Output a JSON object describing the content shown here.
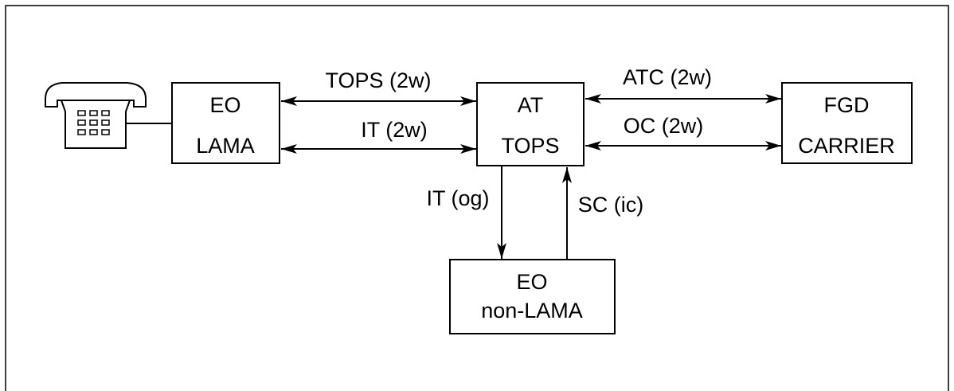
{
  "boxes": {
    "eo_lama": {
      "line1": "EO",
      "line2": "LAMA"
    },
    "at_tops": {
      "line1": "AT",
      "line2": "TOPS"
    },
    "fgd_carrier": {
      "line1": "FGD",
      "line2": "CARRIER"
    },
    "eo_non_lama": {
      "line1": "EO",
      "line2": "non-LAMA"
    }
  },
  "links": {
    "tops_2w": "TOPS (2w)",
    "it_2w": "IT (2w)",
    "atc_2w": "ATC (2w)",
    "oc_2w": "OC (2w)",
    "it_og": "IT (og)",
    "sc_ic": "SC (ic)"
  }
}
